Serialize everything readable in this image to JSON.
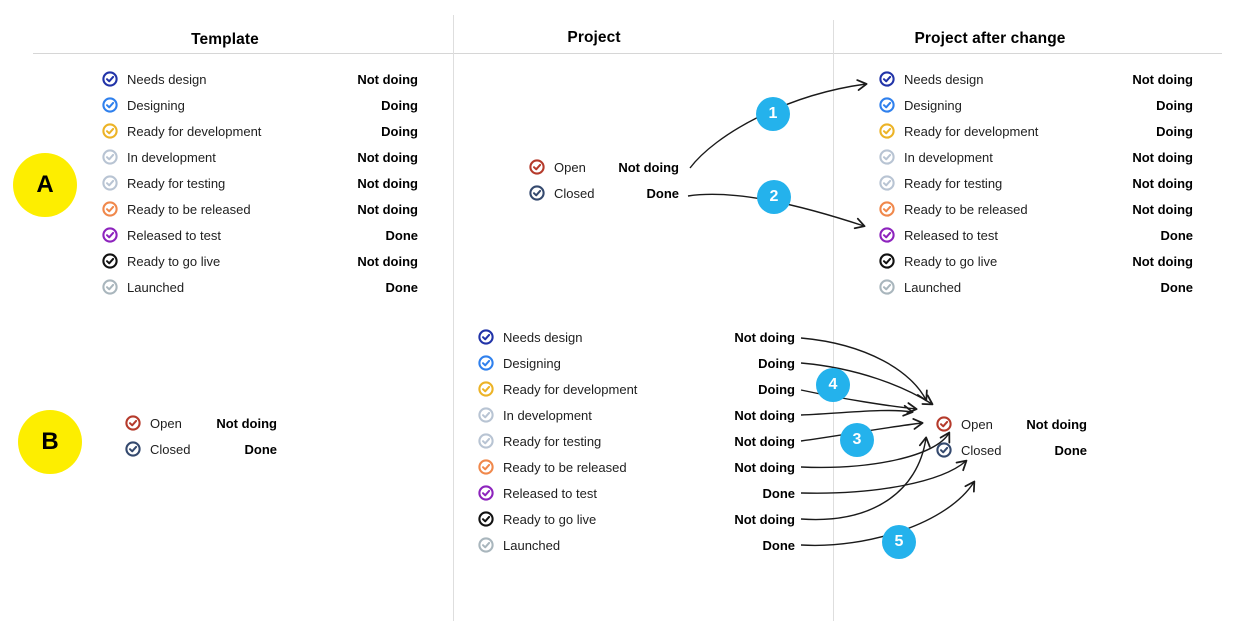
{
  "headers": {
    "template": "Template",
    "project": "Project",
    "project_after": "Project after change"
  },
  "markers": [
    "A",
    "B"
  ],
  "badges": [
    "1",
    "2",
    "3",
    "4",
    "5"
  ],
  "colors": {
    "marker_yellow": "#fdee00",
    "badge_blue": "#24b2ec",
    "divider_gray": "#dedede",
    "arrow_black": "#1a1a1a",
    "status_navy": "#2133a8",
    "status_blue": "#2f80ed",
    "status_amber": "#ecb326",
    "status_lightgray": "#b8c4d3",
    "status_orange": "#f0884b",
    "status_purple": "#8d23bd",
    "status_black": "#111111",
    "status_gray": "#a9b6bd",
    "state_open_red": "#b53a2b",
    "state_closed_navy": "#34496e"
  },
  "template_list": {
    "items": [
      {
        "label": "Needs design",
        "value": "Not doing",
        "icon_color": "#2133a8"
      },
      {
        "label": "Designing",
        "value": "Doing",
        "icon_color": "#2f80ed"
      },
      {
        "label": "Ready for development",
        "value": "Doing",
        "icon_color": "#ecb326"
      },
      {
        "label": "In development",
        "value": "Not doing",
        "icon_color": "#b8c4d3"
      },
      {
        "label": "Ready for testing",
        "value": "Not doing",
        "icon_color": "#b8c4d3"
      },
      {
        "label": "Ready to be released",
        "value": "Not doing",
        "icon_color": "#f0884b"
      },
      {
        "label": "Released to test",
        "value": "Done",
        "icon_color": "#8d23bd"
      },
      {
        "label": "Ready to go live",
        "value": "Not doing",
        "icon_color": "#111111"
      },
      {
        "label": "Launched",
        "value": "Done",
        "icon_color": "#a9b6bd"
      }
    ]
  },
  "project_pair_a": {
    "items": [
      {
        "label": "Open",
        "value": "Not doing",
        "icon_color": "#b53a2b"
      },
      {
        "label": "Closed",
        "value": "Done",
        "icon_color": "#34496e"
      }
    ]
  },
  "project_after_list": {
    "items": [
      {
        "label": "Needs design",
        "value": "Not doing",
        "icon_color": "#2133a8"
      },
      {
        "label": "Designing",
        "value": "Doing",
        "icon_color": "#2f80ed"
      },
      {
        "label": "Ready for development",
        "value": "Doing",
        "icon_color": "#ecb326"
      },
      {
        "label": "In development",
        "value": "Not doing",
        "icon_color": "#b8c4d3"
      },
      {
        "label": "Ready for testing",
        "value": "Not doing",
        "icon_color": "#b8c4d3"
      },
      {
        "label": "Ready to be released",
        "value": "Not doing",
        "icon_color": "#f0884b"
      },
      {
        "label": "Released to test",
        "value": "Done",
        "icon_color": "#8d23bd"
      },
      {
        "label": "Ready to go live",
        "value": "Not doing",
        "icon_color": "#111111"
      },
      {
        "label": "Launched",
        "value": "Done",
        "icon_color": "#a9b6bd"
      }
    ]
  },
  "pair_b_left": {
    "items": [
      {
        "label": "Open",
        "value": "Not doing",
        "icon_color": "#b53a2b"
      },
      {
        "label": "Closed",
        "value": "Done",
        "icon_color": "#34496e"
      }
    ]
  },
  "project_list_b": {
    "items": [
      {
        "label": "Needs design",
        "value": "Not doing",
        "icon_color": "#2133a8"
      },
      {
        "label": "Designing",
        "value": "Doing",
        "icon_color": "#2f80ed"
      },
      {
        "label": "Ready for development",
        "value": "Doing",
        "icon_color": "#ecb326"
      },
      {
        "label": "In development",
        "value": "Not doing",
        "icon_color": "#b8c4d3"
      },
      {
        "label": "Ready for testing",
        "value": "Not doing",
        "icon_color": "#b8c4d3"
      },
      {
        "label": "Ready to be released",
        "value": "Not doing",
        "icon_color": "#f0884b"
      },
      {
        "label": "Released to test",
        "value": "Done",
        "icon_color": "#8d23bd"
      },
      {
        "label": "Ready to go live",
        "value": "Not doing",
        "icon_color": "#111111"
      },
      {
        "label": "Launched",
        "value": "Done",
        "icon_color": "#a9b6bd"
      }
    ]
  },
  "pair_b_right": {
    "items": [
      {
        "label": "Open",
        "value": "Not doing",
        "icon_color": "#b53a2b"
      },
      {
        "label": "Closed",
        "value": "Done",
        "icon_color": "#34496e"
      }
    ]
  }
}
